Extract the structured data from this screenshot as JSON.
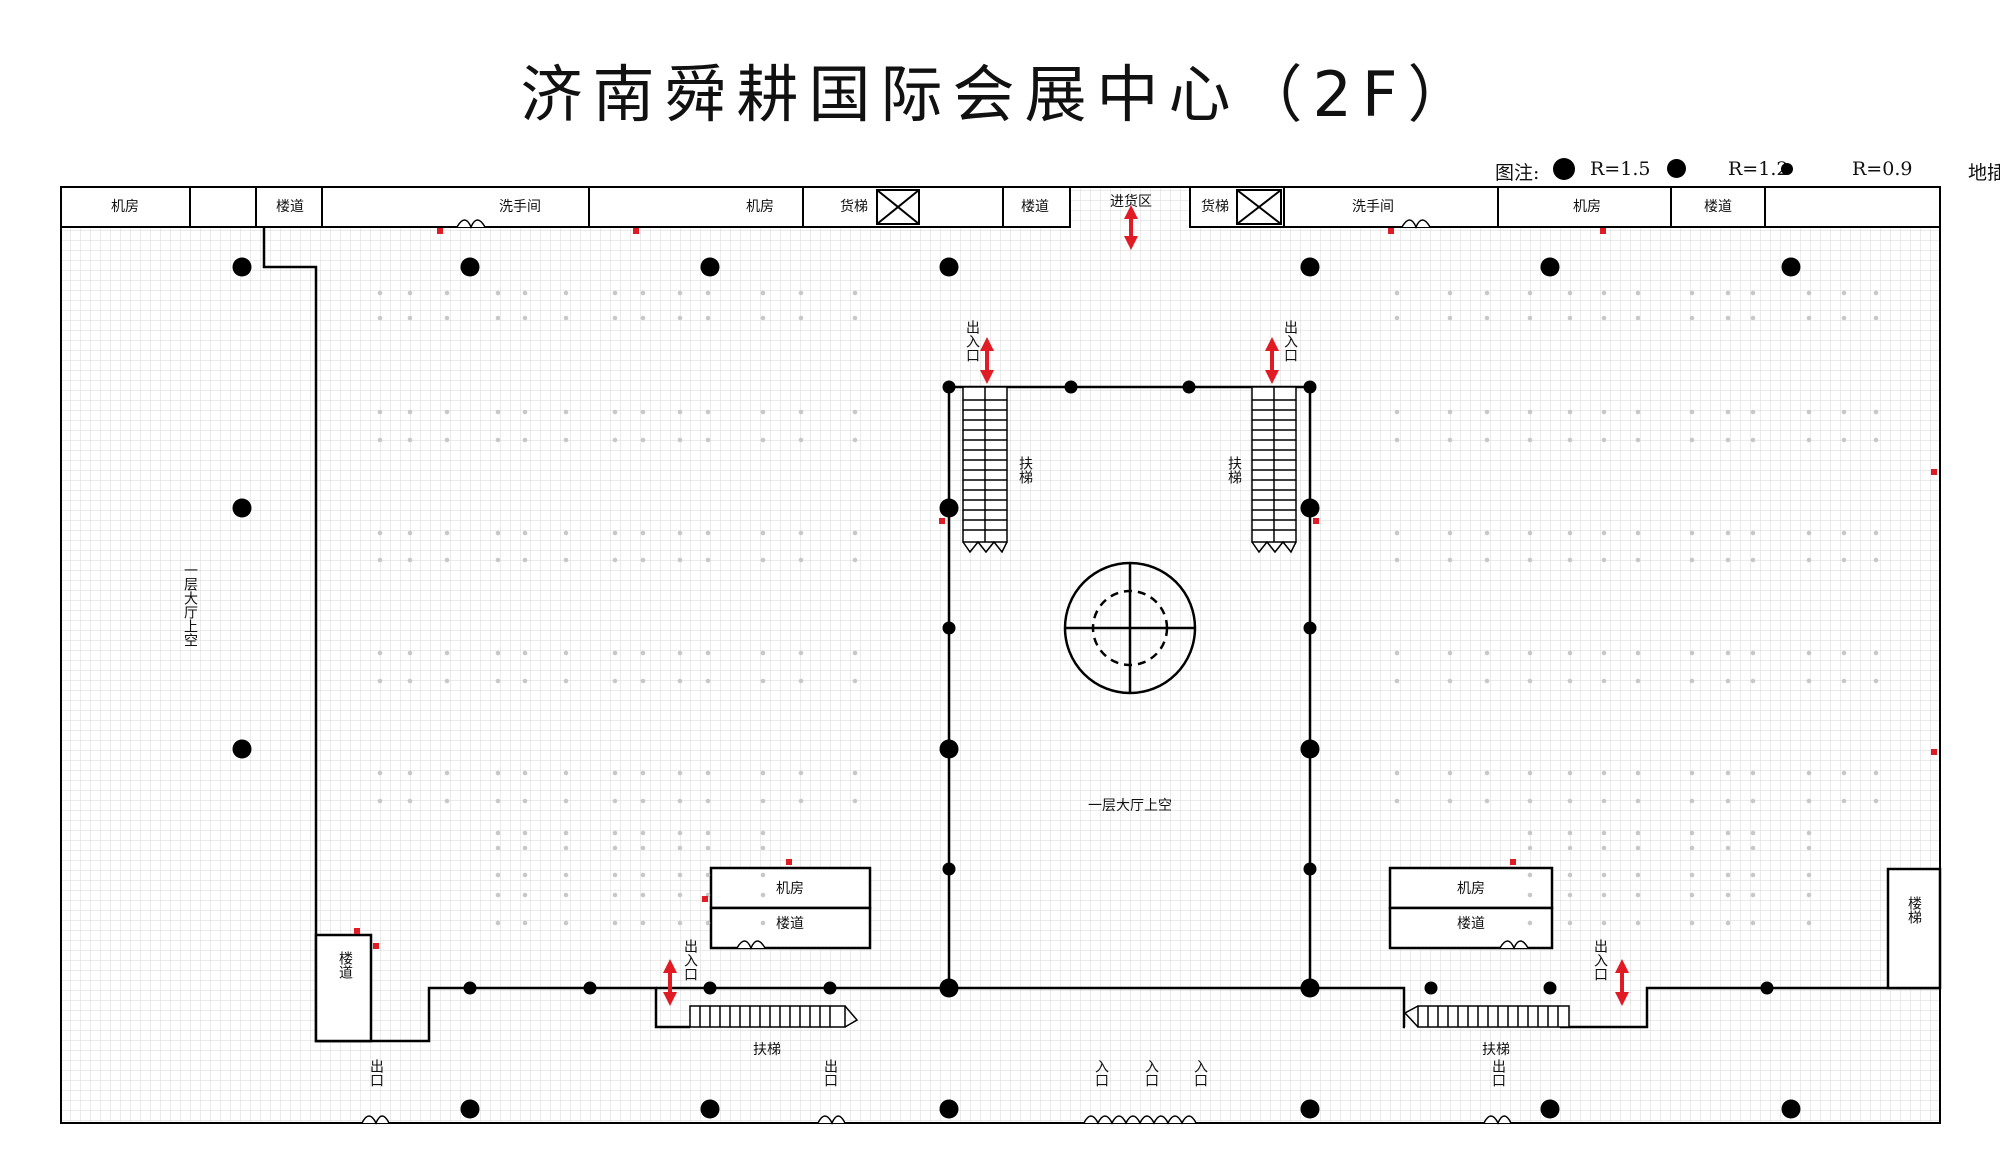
{
  "title": "济南舜耕国际会展中心（2F）",
  "legend": {
    "label": "图注:",
    "items": [
      "R=1.5",
      "R=1.2",
      "R=0.9",
      "地插"
    ]
  },
  "colors": {
    "wall": "#000000",
    "grid": "#d7d7d7",
    "arrow": "#e01b24",
    "socket": "#e01b24"
  },
  "top_rooms": [
    "机房",
    "楼道",
    "洗手间",
    "机房",
    "货梯",
    "楼道",
    "进货区",
    "货梯",
    "洗手间",
    "机房",
    "楼道"
  ],
  "labels": {
    "void_left": "一层大厅上空",
    "void_center": "一层大厅上空",
    "escalator": "扶梯",
    "exit_entrance": "出入口",
    "machine_room": "机房",
    "corridor": "楼道",
    "stair": "楼梯",
    "exit": "出口",
    "entrance": "入口"
  },
  "icons": [
    "freight-elevator-icon",
    "door-icon",
    "escalator-icon",
    "two-way-arrow-icon",
    "floor-socket-icon",
    "column-icon",
    "atrium-circle-icon"
  ]
}
